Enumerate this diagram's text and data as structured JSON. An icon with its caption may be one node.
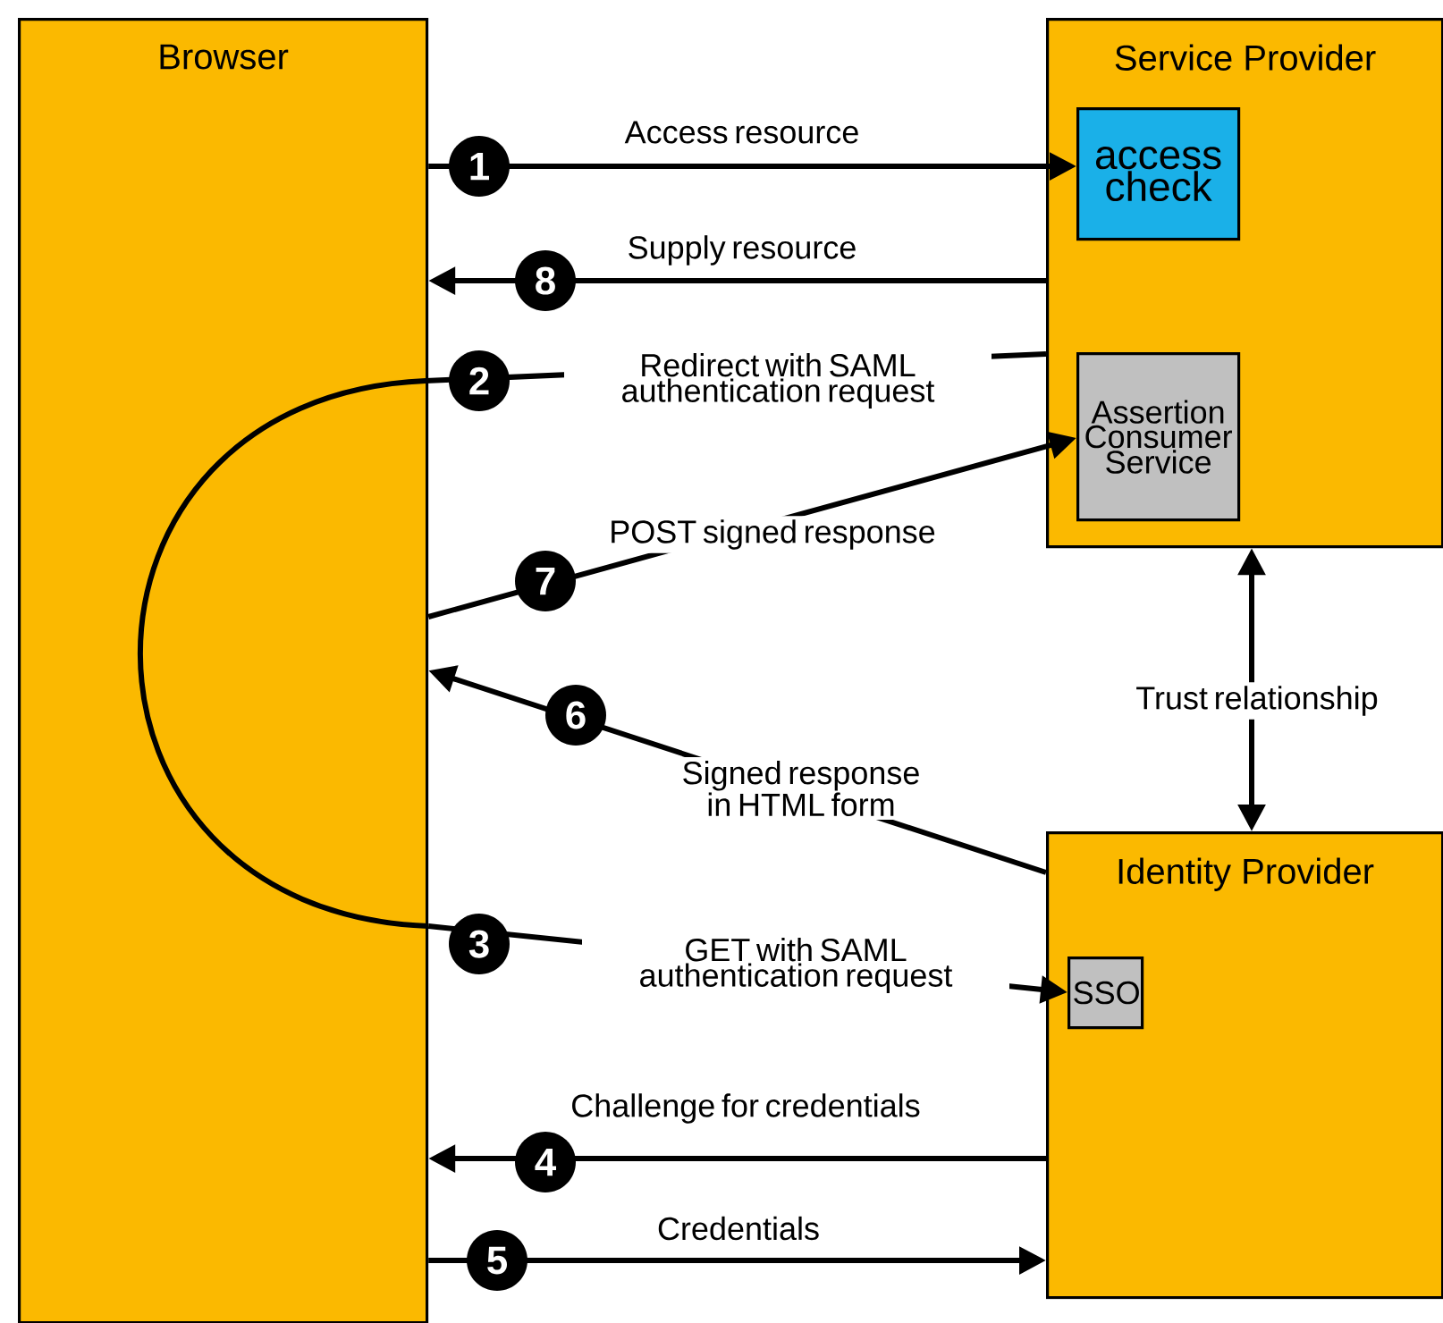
{
  "diagram": {
    "nodes": [
      {
        "text": [
          "Browser"
        ]
      },
      {
        "text": [
          "Service Provider"
        ]
      },
      {
        "text": [
          "access check"
        ],
        "in": 1
      },
      {
        "text": [
          "Assertion Consumer Service"
        ],
        "in": 1
      },
      {
        "text": [
          "Identity Provider"
        ]
      },
      {
        "text": [
          "SSO"
        ],
        "in": 4
      }
    ],
    "edges": [
      {
        "from": 0,
        "to": 2,
        "arrow": "to",
        "label": "Access resource"
      },
      {
        "from": 1,
        "to": 0,
        "arrow": "to",
        "label": "Supply resource"
      },
      {
        "from": 1,
        "to": 0,
        "arrow": "none",
        "label": "Redirect with SAML authentication request"
      },
      {
        "from": 0,
        "to": 3,
        "arrow": "to",
        "label": "POST signed response"
      },
      {
        "from": 4,
        "to": 0,
        "arrow": "to",
        "label": "Signed response in HTML form"
      },
      {
        "from": 0,
        "to": 5,
        "arrow": "to",
        "label": "GET with SAML authentication request"
      },
      {
        "from": 4,
        "to": 0,
        "arrow": "to",
        "label": "Challenge for credentials"
      },
      {
        "from": 0,
        "to": 4,
        "arrow": "to",
        "label": "Credentials"
      },
      {
        "from": 1,
        "to": 4,
        "arrow": "both",
        "label": "Trust relationship"
      }
    ],
    "labels": [
      "1",
      "8",
      "2",
      "7",
      "6",
      "3",
      "4",
      "5"
    ]
  }
}
